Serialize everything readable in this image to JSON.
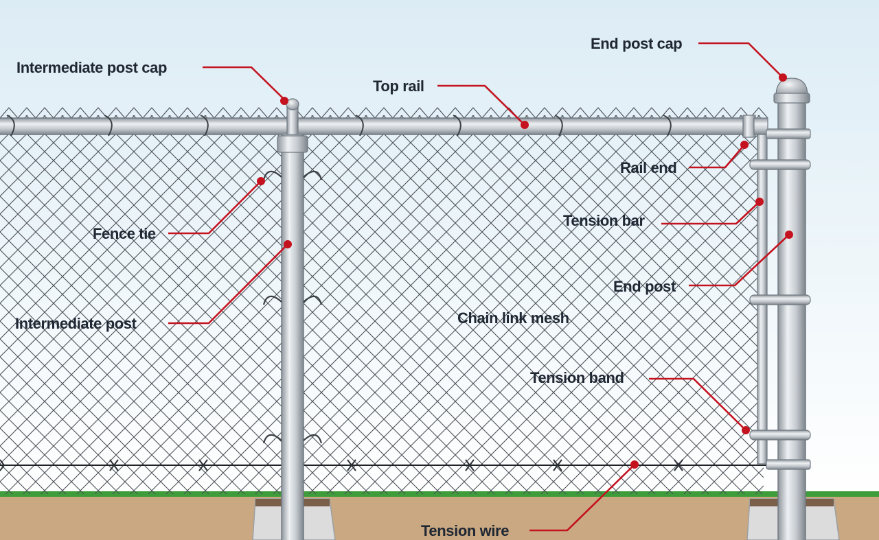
{
  "labels": {
    "intermediate_post_cap": "Intermediate post cap",
    "top_rail": "Top rail",
    "end_post_cap": "End post cap",
    "rail_end": "Rail end",
    "fence_tie": "Fence tie",
    "tension_bar": "Tension bar",
    "end_post": "End post",
    "intermediate_post": "Intermediate post",
    "chain_link_mesh": "Chain link mesh",
    "tension_band": "Tension band",
    "tension_wire": "Tension wire"
  },
  "colors": {
    "sky_top": "#dcecf5",
    "sky_bottom": "#ffffff",
    "ground": "#c9a882",
    "grass": "#3e9d3a",
    "leader": "#c4121f",
    "label_text": "#1f2733",
    "mesh": "#4a4f55",
    "metal": "#c7ccd1",
    "concrete": "#dcdcdc"
  }
}
